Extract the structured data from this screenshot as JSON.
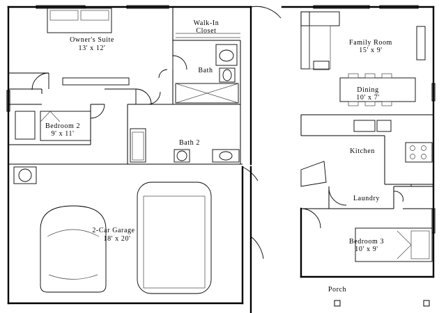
{
  "rooms": {
    "owner_suite": {
      "name": "Owner's Suite",
      "size": "13' x 12'"
    },
    "walk_in_closet": {
      "name_line1": "Walk-In",
      "name_line2": "Closet"
    },
    "bath": {
      "name": "Bath"
    },
    "bedroom_2": {
      "name": "Bedroom 2",
      "size": "9' x 11'"
    },
    "bath_2": {
      "name": "Bath 2"
    },
    "garage": {
      "name": "2-Car Garage",
      "size": "18' x 20'"
    },
    "family_room": {
      "name": "Family Room",
      "size": "15' x 9'"
    },
    "dining": {
      "name": "Dining",
      "size": "10' x 7'"
    },
    "kitchen": {
      "name": "Kitchen"
    },
    "laundry": {
      "name": "Laundry"
    },
    "bedroom_3": {
      "name": "Bedroom 3",
      "size": "10' x 9'"
    },
    "porch": {
      "name": "Porch"
    }
  }
}
